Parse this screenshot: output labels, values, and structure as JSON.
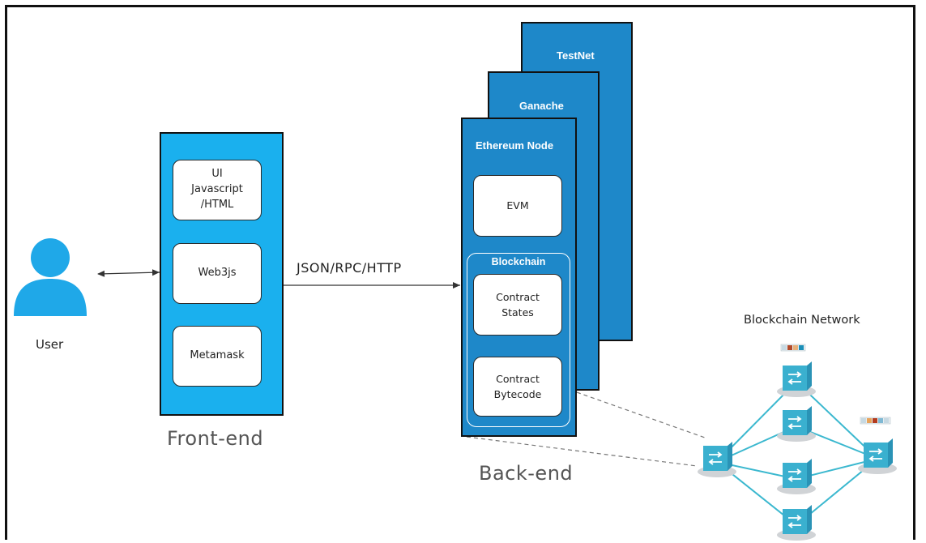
{
  "user": {
    "label": "User"
  },
  "frontend": {
    "label": "Front-end",
    "components": [
      "UI\nJavascript\n/HTML",
      "Web3js",
      "Metamask"
    ]
  },
  "connection": {
    "label": "JSON/RPC/HTTP"
  },
  "backend": {
    "label": "Back-end",
    "stack": {
      "back": "TestNet",
      "middle": "Ganache",
      "front": "Ethereum Node"
    },
    "evm": "EVM",
    "blockchain": {
      "title": "Blockchain",
      "items": [
        "Contract\nStates",
        "Contract\nBytecode"
      ]
    }
  },
  "network": {
    "label": "Blockchain Network"
  },
  "colors": {
    "frontend_panel": "#1ab0ee",
    "backend_stack": "#1e88c9",
    "node": "#3ab0cf",
    "link": "#3bb8cf"
  }
}
